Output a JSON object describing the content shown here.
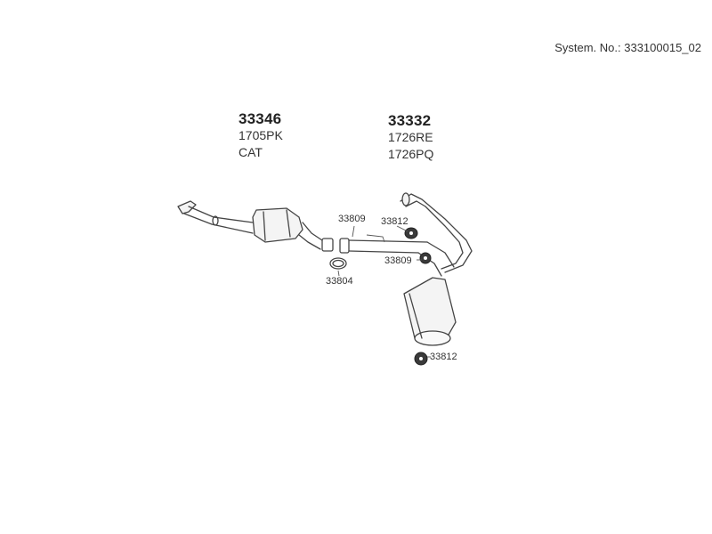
{
  "system": {
    "label": "System. No.:",
    "number": "333100015_02"
  },
  "groups": [
    {
      "part_number": "33346",
      "lines": [
        "1705PK",
        "CAT"
      ]
    },
    {
      "part_number": "33332",
      "lines": [
        "1726RE",
        "1726PQ"
      ]
    }
  ],
  "callouts": [
    {
      "id": "clamp-top-left",
      "label": "33809"
    },
    {
      "id": "hanger-top",
      "label": "33812"
    },
    {
      "id": "clamp-middle",
      "label": "33809"
    },
    {
      "id": "gasket",
      "label": "33804"
    },
    {
      "id": "hanger-bottom",
      "label": "33812"
    }
  ]
}
